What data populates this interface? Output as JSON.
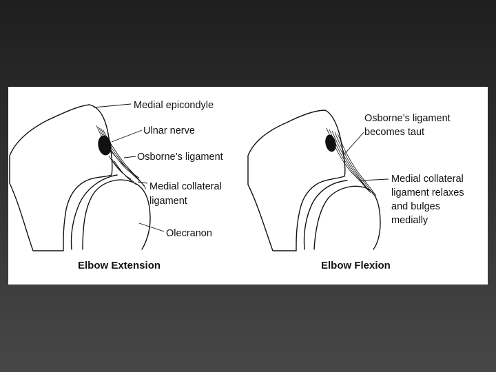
{
  "left_panel": {
    "caption": "Elbow Extension",
    "labels": {
      "medial_epicondyle": "Medial epicondyle",
      "ulnar_nerve": "Ulnar nerve",
      "osbornes_ligament": "Osborne’s ligament",
      "mcl_line1": "Medial collateral",
      "mcl_line2": "ligament",
      "olecranon": "Olecranon"
    }
  },
  "right_panel": {
    "caption": "Elbow Flexion",
    "labels": {
      "osborne_line1": "Osborne’s ligament",
      "osborne_line2": "becomes taut",
      "mcl_line1": "Medial collateral",
      "mcl_line2": "ligament relaxes",
      "mcl_line3": "and bulges",
      "mcl_line4": "medially"
    }
  },
  "colors": {
    "background_top": "#1e1e1e",
    "background_bottom": "#474747",
    "panel": "#ffffff",
    "ink": "#111111"
  }
}
